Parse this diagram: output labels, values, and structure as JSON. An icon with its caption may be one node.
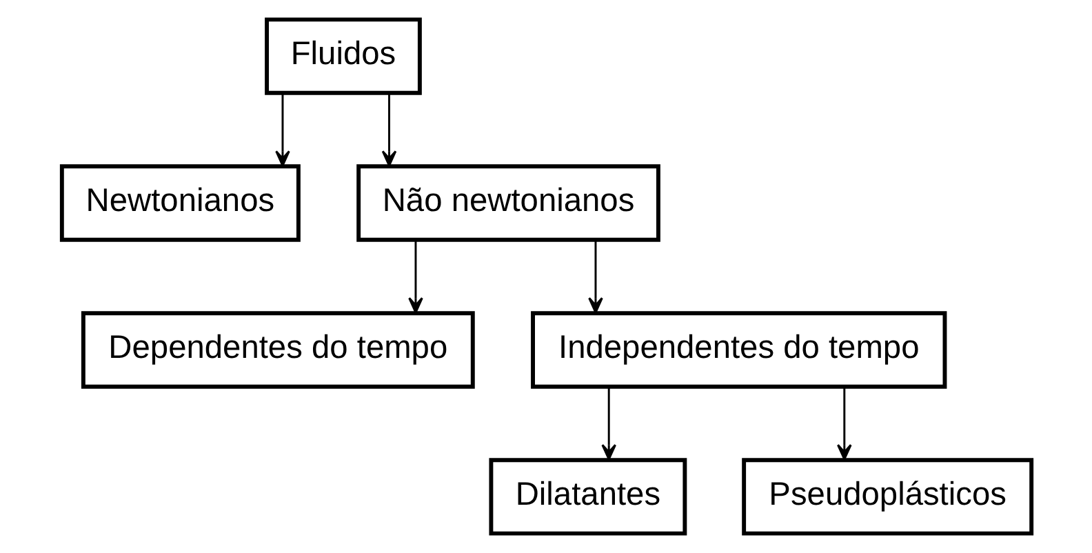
{
  "diagram": {
    "nodes": [
      {
        "text": [
          "Fluidos"
        ]
      },
      {
        "text": [
          "Newtonianos"
        ]
      },
      {
        "text": [
          "Não newtonianos"
        ]
      },
      {
        "text": [
          "Dependentes do tempo"
        ]
      },
      {
        "text": [
          "Independentes do tempo"
        ]
      },
      {
        "text": [
          "Dilatantes"
        ]
      },
      {
        "text": [
          "Pseudoplásticos"
        ]
      }
    ],
    "edges": [
      {
        "from": 0,
        "to": 1,
        "arrow": "to"
      },
      {
        "from": 0,
        "to": 2,
        "arrow": "to"
      },
      {
        "from": 2,
        "to": 3,
        "arrow": "to"
      },
      {
        "from": 2,
        "to": 4,
        "arrow": "to"
      },
      {
        "from": 4,
        "to": 5,
        "arrow": "to"
      },
      {
        "from": 4,
        "to": 6,
        "arrow": "to"
      }
    ]
  }
}
